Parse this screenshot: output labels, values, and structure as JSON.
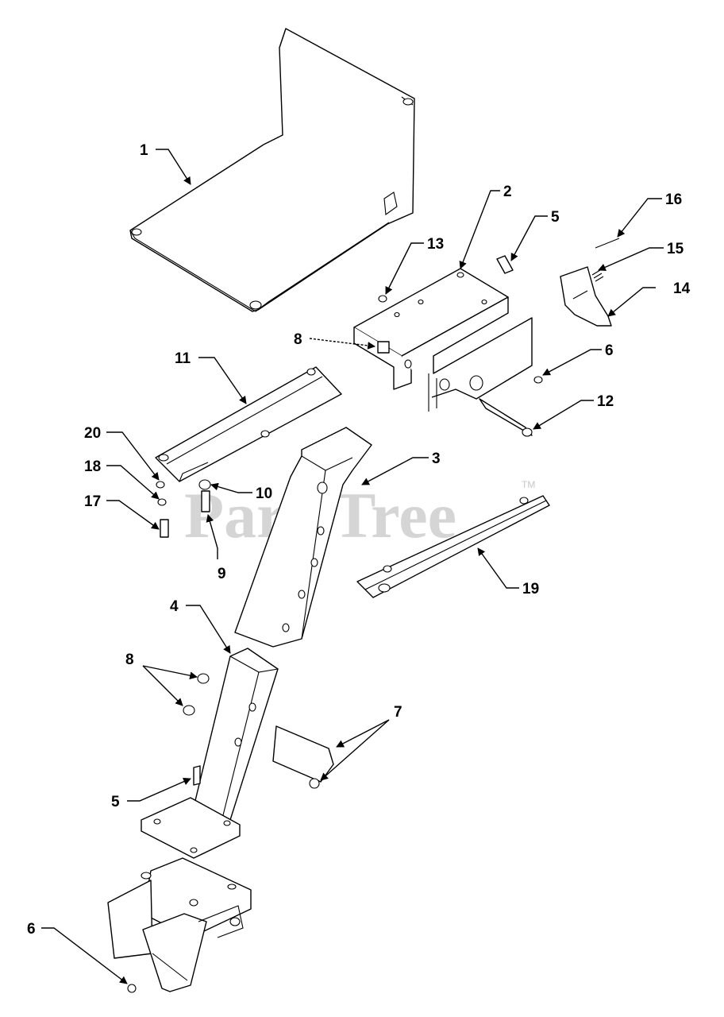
{
  "watermark": {
    "text": "PartsTree",
    "trademark": "TM"
  },
  "callouts": [
    {
      "id": "c1",
      "label": "1"
    },
    {
      "id": "c2",
      "label": "2"
    },
    {
      "id": "c3",
      "label": "3"
    },
    {
      "id": "c4",
      "label": "4"
    },
    {
      "id": "c5a",
      "label": "5"
    },
    {
      "id": "c5b",
      "label": "5"
    },
    {
      "id": "c6a",
      "label": "6"
    },
    {
      "id": "c6b",
      "label": "6"
    },
    {
      "id": "c7",
      "label": "7"
    },
    {
      "id": "c8a",
      "label": "8"
    },
    {
      "id": "c8b",
      "label": "8"
    },
    {
      "id": "c9",
      "label": "9"
    },
    {
      "id": "c10",
      "label": "10"
    },
    {
      "id": "c11",
      "label": "11"
    },
    {
      "id": "c12",
      "label": "12"
    },
    {
      "id": "c13",
      "label": "13"
    },
    {
      "id": "c14",
      "label": "14"
    },
    {
      "id": "c15",
      "label": "15"
    },
    {
      "id": "c16",
      "label": "16"
    },
    {
      "id": "c17",
      "label": "17"
    },
    {
      "id": "c18",
      "label": "18"
    },
    {
      "id": "c19",
      "label": "19"
    },
    {
      "id": "c20",
      "label": "20"
    }
  ]
}
